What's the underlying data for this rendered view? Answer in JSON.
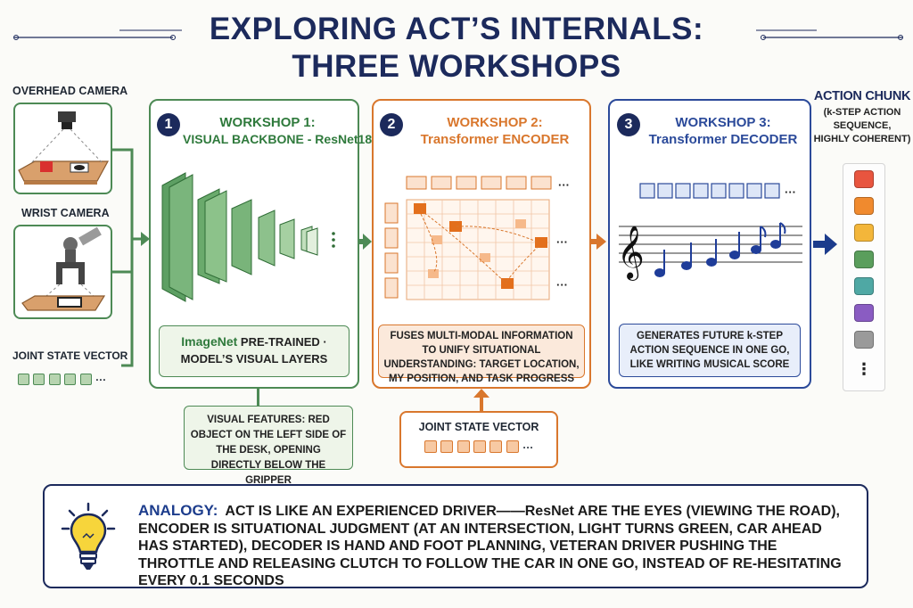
{
  "title": {
    "line1": "EXPLORING ACT’S INTERNALS:",
    "line2": "THREE WORKSHOPS"
  },
  "inputs": {
    "overhead_label": "OVERHEAD CAMERA",
    "wrist_label": "WRIST CAMERA",
    "joint_label": "JOINT STATE VECTOR",
    "ellipsis": "···"
  },
  "workshop1": {
    "number": "1",
    "title": "WORKSHOP 1:",
    "subtitle": "VISUAL BACKBONE - ResNet18",
    "box_prefix": "ImageNet",
    "box_line1_suffix": " PRE-TRAINED ·",
    "box_line2": "MODEL’S VISUAL LAYERS",
    "features": "VISUAL FEATURES: RED OBJECT ON THE LEFT SIDE OF THE DESK, OPENING DIRECTLY BELOW THE GRIPPER"
  },
  "workshop2": {
    "number": "2",
    "title": "WORKSHOP 2:",
    "subtitle": "Transformer ENCODER",
    "box": "FUSES MULTI-MODAL INFORMATION TO UNIFY SITUATIONAL UNDERSTANDING: TARGET LOCATION, MY POSITION, AND TASK PROGRESS",
    "joint_label": "JOINT STATE VECTOR"
  },
  "workshop3": {
    "number": "3",
    "title": "WORKSHOP 3:",
    "subtitle": "Transformer DECODER",
    "box": "GENERATES FUTURE k-STEP ACTION SEQUENCE IN ONE GO, LIKE WRITING MUSICAL SCORE"
  },
  "action_chunk": {
    "title": "ACTION CHUNK",
    "sub1": "(k-STEP ACTION",
    "sub2": "SEQUENCE,",
    "sub3": "HIGHLY COHERENT)",
    "colors": [
      "#e8553f",
      "#f08a2e",
      "#f3b63a",
      "#5a9e5c",
      "#4fa8a4",
      "#8a5cc2",
      "#9a9a9a"
    ],
    "dots": "⋮"
  },
  "analogy": {
    "head": "ANALOGY:",
    "text": "ACT IS LIKE AN EXPERIENCED DRIVER——ResNet ARE THE EYES (VIEWING THE ROAD), ENCODER IS SITUATIONAL JUDGMENT  (AT AN INTERSECTION, LIGHT TURNS GREEN, CAR AHEAD HAS STARTED), DECODER IS HAND AND FOOT PLANNING, VETERAN DRIVER PUSHING THE THROTTLE AND RELEASING CLUTCH TO FOLLOW THE CAR IN ONE GO, INSTEAD OF RE-HESITATING EVERY 0.1 SECONDS"
  },
  "colors": {
    "navy": "#1c2a5c",
    "green": "#4d8a55",
    "orange": "#d9772d",
    "blue": "#2b4a9a"
  },
  "icons": [
    "camera-icon",
    "robot-gripper-icon",
    "cnn-layers-icon",
    "attention-matrix-icon",
    "music-staff-icon",
    "lightbulb-icon",
    "arrow-right-icon"
  ]
}
